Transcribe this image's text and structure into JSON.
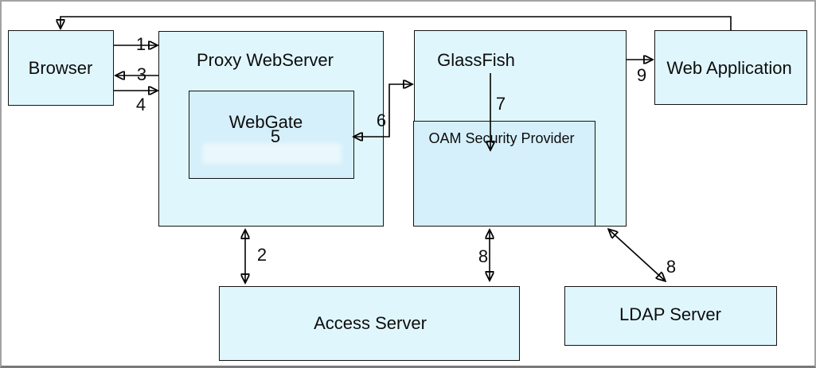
{
  "nodes": {
    "browser": "Browser",
    "proxy_webserver": "Proxy WebServer",
    "webgate": "WebGate",
    "glassfish": "GlassFish",
    "oam_security_provider": "OAM Security Provider",
    "web_application": "Web Application",
    "access_server": "Access Server",
    "ldap_server": "LDAP Server"
  },
  "steps": {
    "s1": "1",
    "s2": "2",
    "s3": "3",
    "s4": "4",
    "s5": "5",
    "s6": "6",
    "s7": "7",
    "s8": "8",
    "s9": "9"
  },
  "edges": [
    {
      "step": "1",
      "from": "Browser",
      "to": "Proxy WebServer",
      "direction": "forward"
    },
    {
      "step": "2",
      "from": "Proxy WebServer",
      "to": "Access Server",
      "direction": "both"
    },
    {
      "step": "3",
      "from": "Proxy WebServer",
      "to": "Browser",
      "direction": "forward"
    },
    {
      "step": "4",
      "from": "Browser",
      "to": "Proxy WebServer",
      "direction": "forward"
    },
    {
      "step": "5",
      "at": "WebGate"
    },
    {
      "step": "6",
      "from": "WebGate",
      "to": "GlassFish",
      "direction": "both"
    },
    {
      "step": "7",
      "from": "GlassFish",
      "to": "OAM Security Provider",
      "direction": "forward"
    },
    {
      "step": "8",
      "from": "OAM Security Provider",
      "to": "Access Server",
      "direction": "both"
    },
    {
      "step": "8",
      "from": "GlassFish",
      "to": "LDAP Server",
      "direction": "both"
    },
    {
      "step": "9",
      "from": "GlassFish",
      "to": "Web Application",
      "direction": "forward"
    },
    {
      "step": "",
      "from": "Web Application",
      "to": "Browser",
      "direction": "forward"
    }
  ],
  "colors": {
    "box_fill": "#e0f6fd",
    "inner_box_fill": "#d5f0fa",
    "box_border": "#141414",
    "line": "#000000",
    "frame_border": "#a3a3a3",
    "frame_bottom": "#7a7a7a",
    "background": "#ffffff"
  }
}
